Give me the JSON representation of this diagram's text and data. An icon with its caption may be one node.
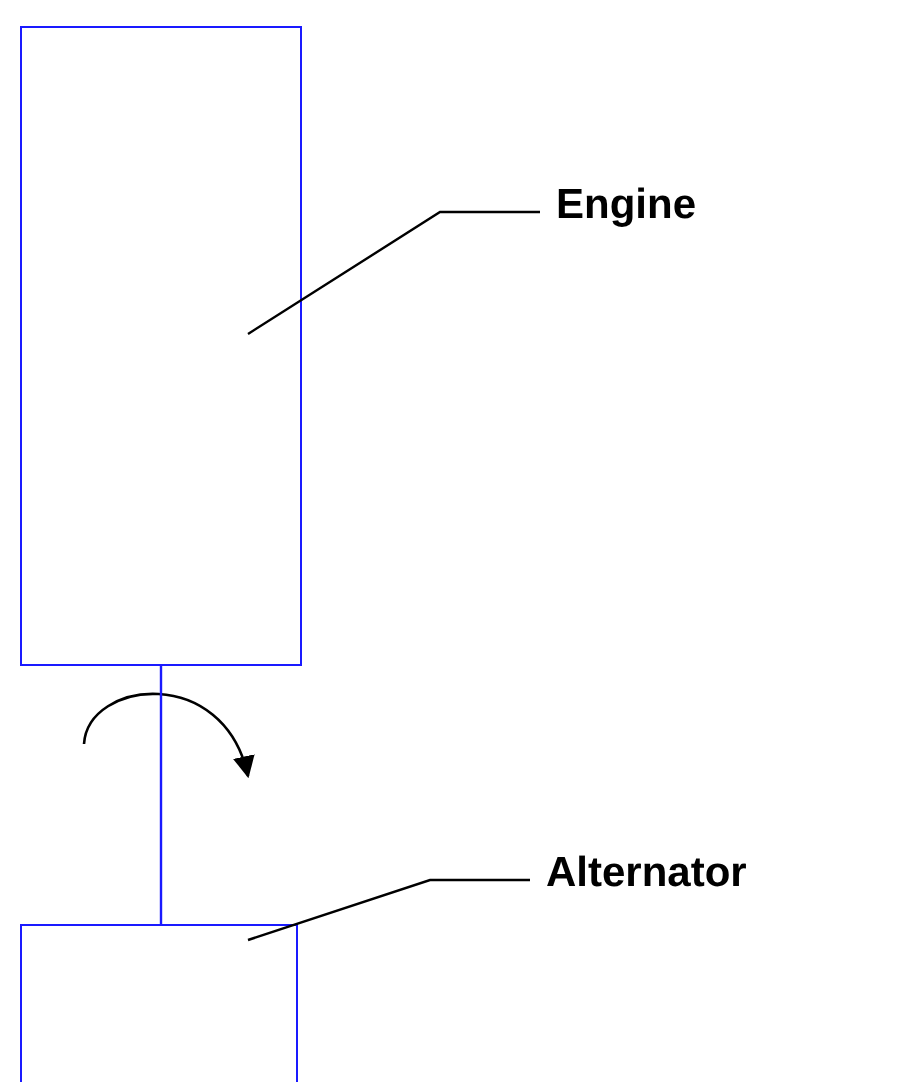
{
  "diagram": {
    "nodes": [
      {
        "text": [
          "Engine"
        ]
      },
      {
        "text": [],
        "shape": "box"
      },
      {
        "text": [
          "Alternator"
        ]
      },
      {
        "text": [],
        "shape": "box"
      }
    ],
    "edges": [
      {
        "from": 0,
        "to": 1,
        "arrow": "none"
      },
      {
        "from": 1,
        "to": 3,
        "arrow": "none",
        "color": "#1a1aff"
      },
      {
        "from": 2,
        "to": 3,
        "arrow": "none"
      }
    ]
  }
}
